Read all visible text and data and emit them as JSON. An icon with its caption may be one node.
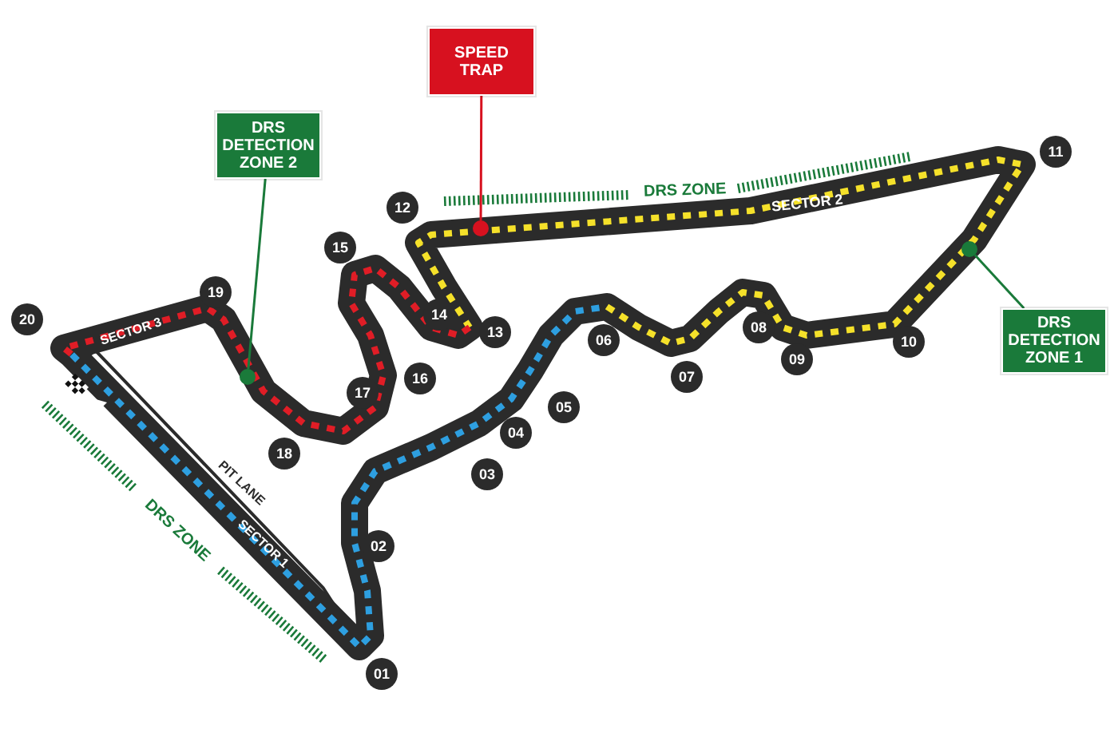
{
  "diagram": {
    "nodes": [
      {
        "text": [
          "DRS DETECTION ZONE 2"
        ]
      },
      {
        "text": [
          "SPEED TRAP"
        ]
      },
      {
        "text": [
          "DRS DETECTION ZONE 1"
        ]
      },
      {
        "text": [],
        "shape": "circle"
      },
      {
        "text": [],
        "shape": "circle"
      },
      {
        "text": [],
        "shape": "circle"
      }
    ],
    "edges": [
      {
        "from": 0,
        "to": 3,
        "arrow": "none"
      },
      {
        "from": 1,
        "to": 4,
        "arrow": "none",
        "color": "#d7111f"
      },
      {
        "from": 2,
        "to": 5,
        "arrow": "none"
      }
    ],
    "labels": [
      "01",
      "02",
      "03",
      "04",
      "05",
      "06",
      "07",
      "08",
      "09",
      "10",
      "11",
      "12",
      "13",
      "14",
      "15",
      "16",
      "17",
      "18",
      "19",
      "20",
      "SECTOR 1",
      "SECTOR 2",
      "SECTOR 3",
      "PIT LANE",
      "DRS ZONE",
      "DRS ZONE"
    ]
  }
}
